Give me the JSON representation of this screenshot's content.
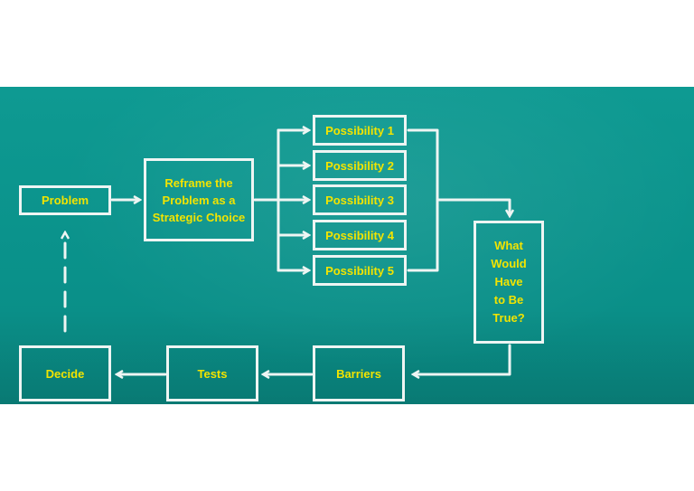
{
  "diagram": {
    "nodes": {
      "problem": "Problem",
      "reframe": "Reframe the\nProblem as a\nStrategic Choice",
      "possibility_1": "Possibility 1",
      "possibility_2": "Possibility 2",
      "possibility_3": "Possibility 3",
      "possibility_4": "Possibility 4",
      "possibility_5": "Possibility 5",
      "what_true": "What\nWould\nHave\nto Be\nTrue?",
      "barriers": "Barriers",
      "tests": "Tests",
      "decide": "Decide"
    }
  },
  "colors": {
    "background": "#0e9a92",
    "box_border": "#eef5f3",
    "label_text": "#f2e400",
    "arrow": "#eef5f3"
  }
}
